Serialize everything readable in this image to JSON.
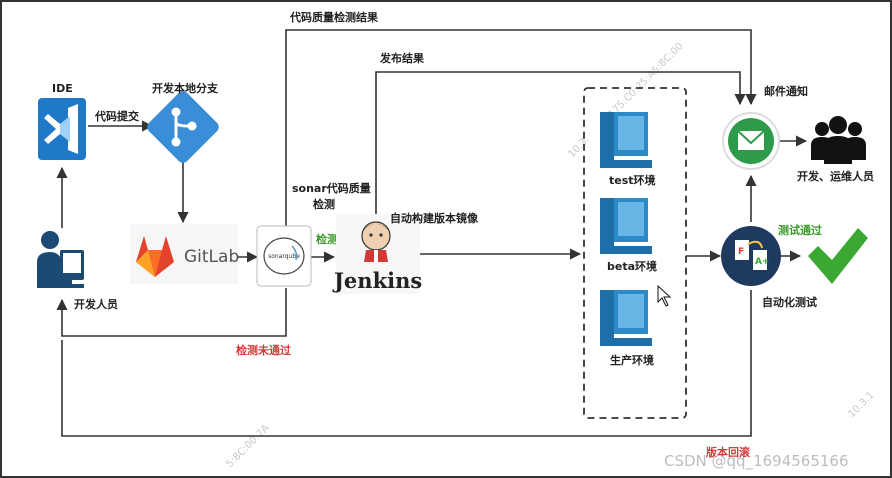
{
  "labels": {
    "ide": "IDE",
    "branch": "开发本地分支",
    "commit": "代码提交",
    "developer": "开发人员",
    "gitlab": "GitLab",
    "sonar_logo": "sonarqube",
    "sonar_check_1": "sonar代码质量",
    "sonar_check_2": "检测",
    "passed": "检测通过",
    "failed": "检测未通过",
    "quality_result": "代码质量检测结果",
    "publish_result": "发布结果",
    "build_image": "自动构建版本镜像",
    "jenkins": "Jenkins",
    "env_test": "test环境",
    "env_beta": "beta环境",
    "env_prod": "生产环境",
    "mail": "邮件通知",
    "devops_people": "开发、运维人员",
    "test_passed": "测试通过",
    "auto_test": "自动化测试",
    "rollback": "版本回滚",
    "watermark": "CSDN @qq_1694565166"
  },
  "background_watermarks": [
    "10.3.",
    "175.C0:25:A5:8C:00",
    "5:8C:00:7A",
    "10.3.1"
  ],
  "colors": {
    "vscode_blue": "#1f78c8",
    "git_blue": "#3a8ed8",
    "gitlab_orange": "#e2432a",
    "jenkins_red": "#d33833",
    "mail_green": "#2e9b4a",
    "check_green": "#3aa832",
    "auto_test_navy": "#1e3a5f",
    "monitor_blue": "#2d8ac9",
    "person_navy": "#1b4a75",
    "passed_green": "#3a9a2a",
    "failed_red": "#d33a3a",
    "watermark_gray": "#c9c9c9"
  },
  "icons": [
    "vscode-icon",
    "git-branch-icon",
    "developer-person-icon",
    "gitlab-logo-icon",
    "sonarqube-logo-icon",
    "jenkins-butler-icon",
    "server-monitor-icon",
    "mail-icon",
    "people-group-icon",
    "auto-test-icon",
    "green-check-icon",
    "cursor-icon"
  ]
}
